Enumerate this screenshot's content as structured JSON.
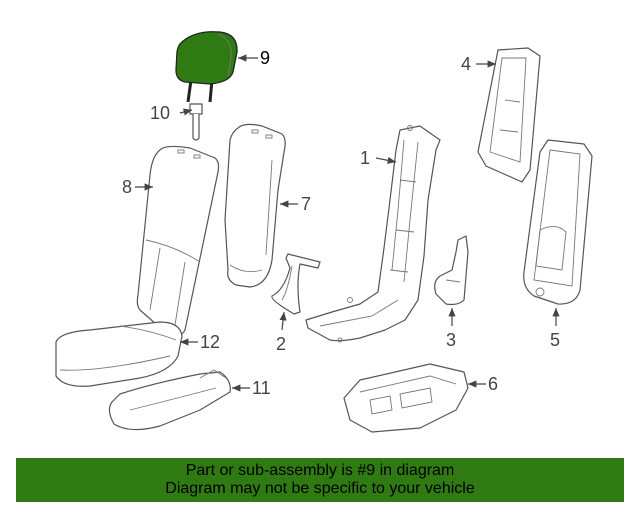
{
  "colors": {
    "highlight": "#2f7a12",
    "banner_bg": "#2f7a12",
    "line": "#555555"
  },
  "callouts": {
    "c1": "1",
    "c2": "2",
    "c3": "3",
    "c4": "4",
    "c5": "5",
    "c6": "6",
    "c7": "7",
    "c8": "8",
    "c9": "9",
    "c10": "10",
    "c11": "11",
    "c12": "12"
  },
  "banner": {
    "line1": "Part or sub-assembly is #9 in diagram",
    "line2": "Diagram may not be specific to your vehicle"
  }
}
